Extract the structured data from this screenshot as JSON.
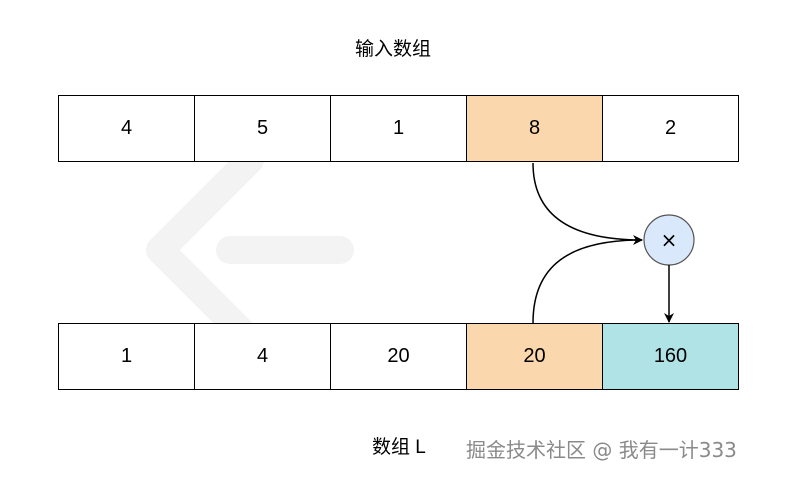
{
  "title": "输入数组",
  "input_array": [
    {
      "value": "4",
      "color": "#ffffff"
    },
    {
      "value": "5",
      "color": "#ffffff"
    },
    {
      "value": "1",
      "color": "#ffffff"
    },
    {
      "value": "8",
      "color": "#fad7ac"
    },
    {
      "value": "2",
      "color": "#ffffff"
    }
  ],
  "array_l": [
    {
      "value": "1",
      "color": "#ffffff"
    },
    {
      "value": "4",
      "color": "#ffffff"
    },
    {
      "value": "20",
      "color": "#ffffff"
    },
    {
      "value": "20",
      "color": "#fad7ac"
    },
    {
      "value": "160",
      "color": "#b0e3e6"
    }
  ],
  "operator": {
    "symbol": "×",
    "color": "#dae8fc"
  },
  "array_l_label": "数组 L",
  "watermark": "掘金技术社区 @ 我有一计333"
}
